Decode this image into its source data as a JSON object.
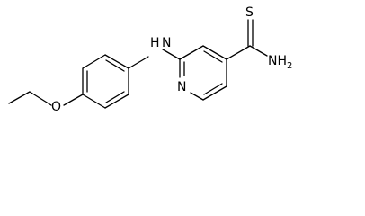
{
  "structure": {
    "labels": {
      "amine_nh": "H",
      "amine_n": "N",
      "ring_n": "N",
      "ether_o": "O",
      "thione_s": "S",
      "nh2_n": "NH",
      "nh2_sub": "2"
    },
    "colors": {
      "bond": "#000000",
      "text": "#000000",
      "background": "#ffffff"
    }
  }
}
